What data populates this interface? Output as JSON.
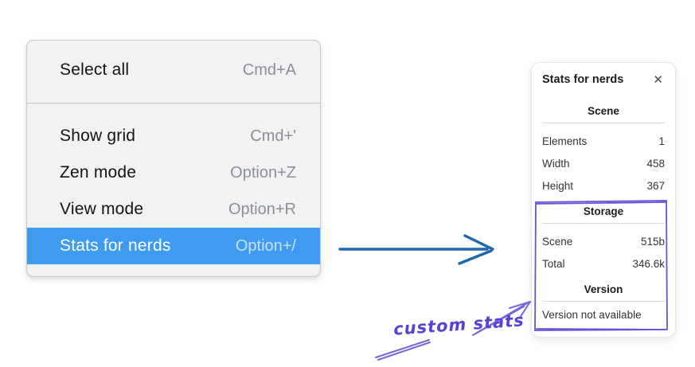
{
  "context_menu": {
    "items": [
      {
        "label": "Select all",
        "shortcut": "Cmd+A"
      },
      {
        "label": "Show grid",
        "shortcut": "Cmd+'"
      },
      {
        "label": "Zen mode",
        "shortcut": "Option+Z"
      },
      {
        "label": "View mode",
        "shortcut": "Option+R"
      },
      {
        "label": "Stats for nerds",
        "shortcut": "Option+/"
      }
    ],
    "highlighted_item": "Stats for nerds",
    "highlight_color": "#3f9bf0"
  },
  "stats_panel": {
    "title": "Stats for nerds",
    "close_glyph": "✕",
    "scene": {
      "header": "Scene",
      "rows": [
        {
          "label": "Elements",
          "value": "1"
        },
        {
          "label": "Width",
          "value": "458"
        },
        {
          "label": "Height",
          "value": "367"
        }
      ]
    },
    "storage": {
      "header": "Storage",
      "rows": [
        {
          "label": "Scene",
          "value": "515b"
        },
        {
          "label": "Total",
          "value": "346.6k"
        }
      ]
    },
    "version": {
      "header": "Version",
      "note": "Version not available"
    }
  },
  "annotation": {
    "label": "custom stats",
    "color": "#6a52d8"
  },
  "flow_arrow": {
    "color": "#1e66b0"
  }
}
